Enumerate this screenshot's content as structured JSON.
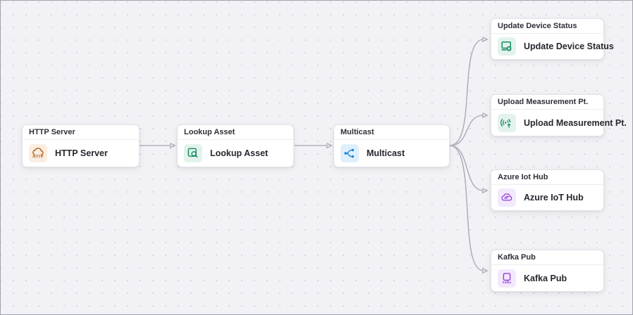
{
  "canvas": {
    "background_color": "#f2f2f6",
    "grid_dot_color": "#d7d7e0",
    "edge_color": "#b1b1bb"
  },
  "nodes": [
    {
      "id": "http-server",
      "header": "HTTP Server",
      "label": "HTTP Server",
      "icon": "http-cloud-icon",
      "icon_text": "HTTP",
      "accent_color": "#b45f17",
      "tile_color": "#f9eee1"
    },
    {
      "id": "lookup-asset",
      "header": "Lookup Asset",
      "label": "Lookup Asset",
      "icon": "lookup-asset-icon",
      "accent_color": "#0f8a5f",
      "tile_color": "#e3f3ec"
    },
    {
      "id": "multicast",
      "header": "Multicast",
      "label": "Multicast",
      "icon": "multicast-icon",
      "accent_color": "#1d84d8",
      "tile_color": "#e0f0fb"
    },
    {
      "id": "update-device-status",
      "header": "Update Device Status",
      "label": "Update Device Status",
      "icon": "device-status-icon",
      "accent_color": "#0f8a5f",
      "tile_color": "#e3f3ec"
    },
    {
      "id": "upload-measurement-pt",
      "header": "Upload Measurement Pt.",
      "label": "Upload Measurement Pt.",
      "icon": "signal-upload-icon",
      "accent_color": "#0f8a5f",
      "tile_color": "#e3f3ec"
    },
    {
      "id": "azure-iot-hub",
      "header": "Azure Iot Hub",
      "label": "Azure IoT Hub",
      "icon": "azure-cloud-gauge-icon",
      "accent_color": "#9240dc",
      "tile_color": "#f3e9fc"
    },
    {
      "id": "kafka-pub",
      "header": "Kafka Pub",
      "label": "Kafka Pub",
      "icon": "kafka-icon",
      "icon_text": "kafka",
      "accent_color": "#9240dc",
      "tile_color": "#f3e9fc"
    }
  ],
  "edges": [
    {
      "from": "http-server",
      "to": "lookup-asset"
    },
    {
      "from": "lookup-asset",
      "to": "multicast"
    },
    {
      "from": "multicast",
      "to": "update-device-status"
    },
    {
      "from": "multicast",
      "to": "upload-measurement-pt"
    },
    {
      "from": "multicast",
      "to": "azure-iot-hub"
    },
    {
      "from": "multicast",
      "to": "kafka-pub"
    }
  ]
}
